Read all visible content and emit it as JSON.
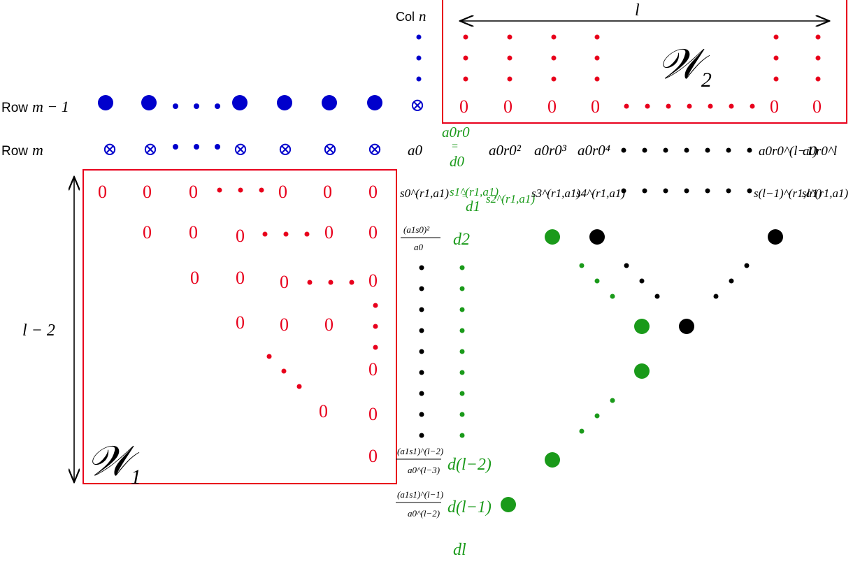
{
  "labels": {
    "col_n": "Col",
    "col_n_var": "n",
    "row_m1": "Row",
    "row_m1_var": "m − 1",
    "row_m": "Row",
    "row_m_var": "m",
    "l": "l",
    "l_minus_2": "l − 2",
    "w1": "𝒲",
    "w1_sub": "1",
    "w2": "𝒲",
    "w2_sub": "2",
    "zero": "0",
    "otimes": "⊗"
  },
  "row_m_terms": {
    "a0": "a0",
    "a0r0": "a0r0",
    "eq": "=",
    "d0": "d0",
    "a0r0_2": "a0r0²",
    "a0r0_3": "a0r0³",
    "a0r0_4": "a0r0⁴",
    "a0r0_lm1": "a0r0^(l−1)",
    "a0r0_l": "a0r0^l"
  },
  "s_row_terms": {
    "s0": "s0^(r1,a1)",
    "s1": "s1^(r1,a1)",
    "eq": "=",
    "d1": "d1",
    "s2": "s2^(r1,a1)",
    "s3": "s3^(r1,a1)",
    "s4": "s4^(r1,a1)",
    "slm1": "s(l−1)^(r1,a1)",
    "sl": "sl^(r1,a1)"
  },
  "fractions": {
    "f1_num": "(a1s0)²",
    "f1_den": "a0",
    "f2_num": "(a1s1)^(l−2)",
    "f2_den": "a0^(l−3)",
    "f3_num": "(a1s1)^(l−1)",
    "f3_den": "a0^(l−2)"
  },
  "d_labels": {
    "d2": "d2",
    "dlm2": "d(l−2)",
    "dlm1": "d(l−1)",
    "dl": "dl"
  },
  "colors": {
    "red": "#e8001c",
    "blue": "#0000cc",
    "green": "#1a9a1a",
    "black": "#000000"
  }
}
